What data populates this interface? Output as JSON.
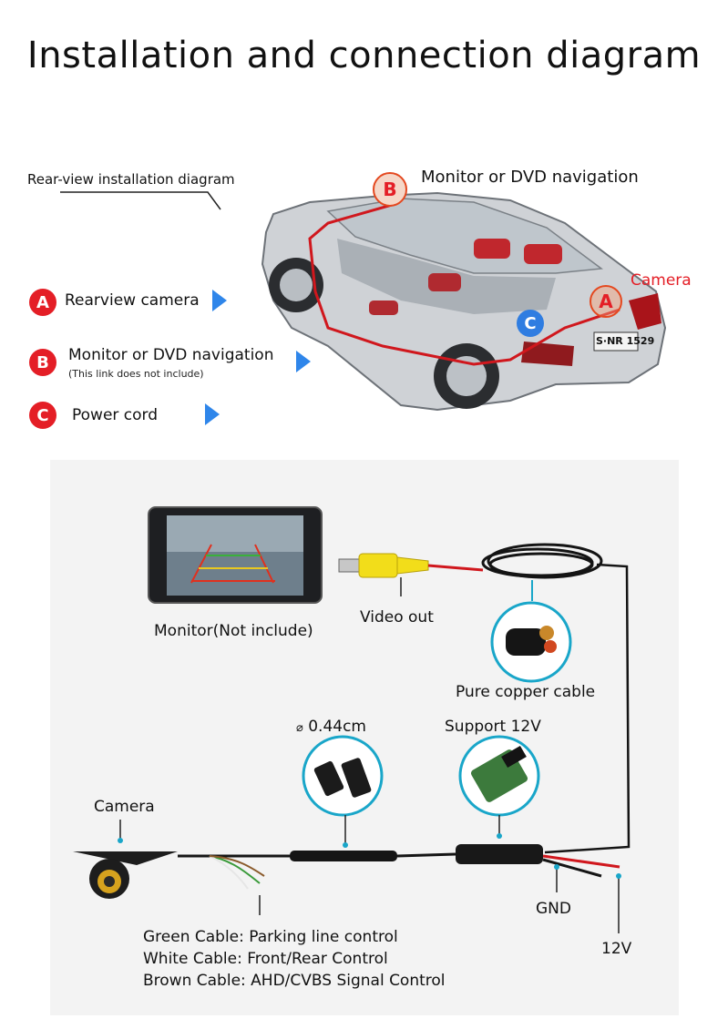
{
  "title": "Installation and connection diagram",
  "rear_view_label": "Rear-view installation diagram",
  "car_labels": {
    "monitor_label": "Monitor or DVD navigation",
    "camera_label": "Camera",
    "plate_text": "S·NR 1529",
    "badge_a": "A",
    "badge_b": "B",
    "badge_c": "C"
  },
  "legend": [
    {
      "badge": "A",
      "text": "Rearview camera",
      "note": ""
    },
    {
      "badge": "B",
      "text": "Monitor or DVD navigation",
      "note": "(This link does not include)"
    },
    {
      "badge": "C",
      "text": "Power cord",
      "note": ""
    }
  ],
  "wiring": {
    "monitor_label": "Monitor(Not include)",
    "video_out_label": "Video out",
    "copper_label": "Pure copper cable",
    "diameter_label": "0.44cm",
    "support_label": "Support 12V",
    "camera_label": "Camera",
    "gnd_label": "GND",
    "v12_label": "12V",
    "cable_notes": [
      "Green Cable: Parking line control",
      "White Cable: Front/Rear Control",
      "Brown Cable: AHD/CVBS Signal Control"
    ]
  },
  "colors": {
    "badge_red": "#e41e26",
    "arrow_blue": "#2f86ea",
    "callout_cyan": "#19a6c9",
    "wire_red": "#d0171d"
  }
}
